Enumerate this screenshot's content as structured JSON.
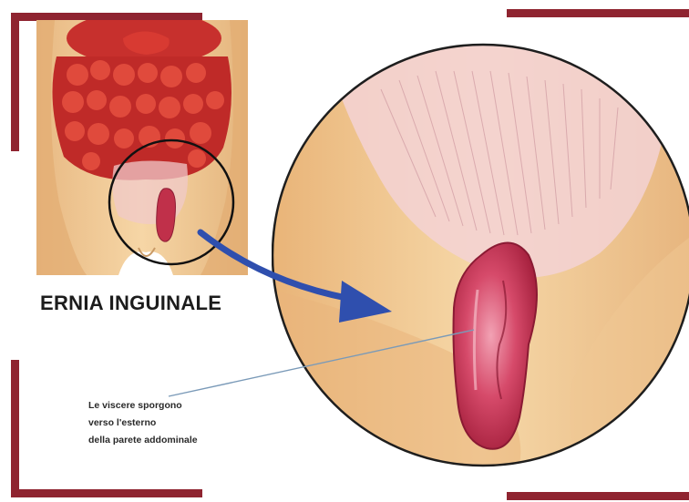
{
  "title": "ERNIA INGUINALE",
  "caption": {
    "line1": "Le viscere sporgono",
    "line2": "verso l'esterno",
    "line3": "della parete addominale"
  },
  "colors": {
    "frame": "#8f2430",
    "skin": "#f3cf9c",
    "intestine": "#c7302d",
    "hernia": "#c0304a",
    "arrow": "#2f4fae",
    "leader_line": "#7a9ab8"
  }
}
